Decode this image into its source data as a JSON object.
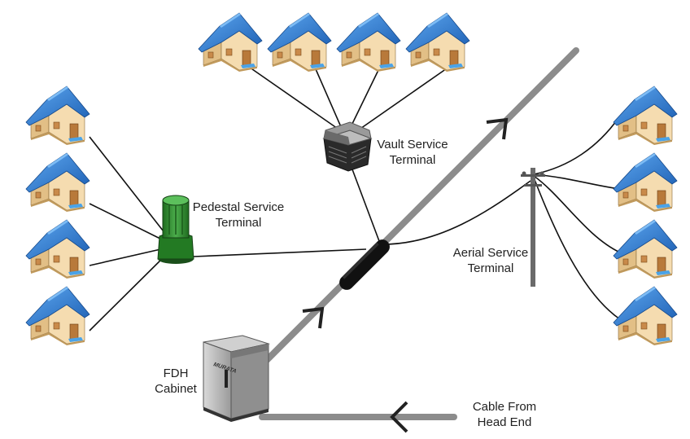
{
  "labels": {
    "pedestal": [
      "Pedestal Service",
      "Terminal"
    ],
    "vault": [
      "Vault Service",
      "Terminal"
    ],
    "aerial": [
      "Aerial Service",
      "Terminal"
    ],
    "fdh": [
      "FDH",
      "Cabinet"
    ],
    "cable": [
      "Cable From",
      "Head End"
    ]
  },
  "cabinet_brand": "MURATA",
  "colors": {
    "roof": "#2f7fd6",
    "roof_dark": "#1a5ba8",
    "wall": "#f5dcb0",
    "wall_side": "#e2bf86",
    "door": "#b8793a",
    "trunk_cable": "#8c8c8c",
    "drop_cable": "#111111",
    "pedestal": "#2e8b2e",
    "cabinet": "#b8b8b8",
    "splice": "#111111"
  },
  "icons": [
    "house-icon",
    "pedestal-terminal-icon",
    "vault-terminal-icon",
    "utility-pole-icon",
    "fdh-cabinet-icon",
    "splice-closure-icon"
  ]
}
